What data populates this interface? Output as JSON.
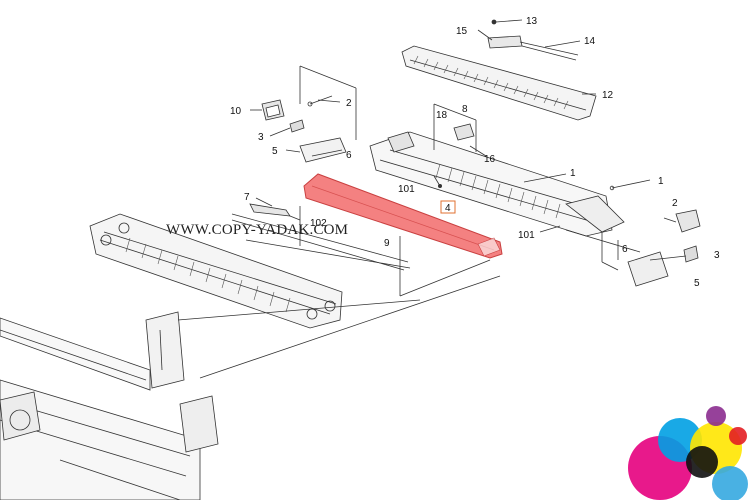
{
  "diagram": {
    "watermark": "WWW.COPY-YADAK.COM",
    "highlighted_part": "4",
    "highlight_color": "#f26b6b",
    "callouts": {
      "c13": "13",
      "c15": "15",
      "c14": "14",
      "c12": "12",
      "c10": "10",
      "c2a": "2",
      "c8": "8",
      "c18": "18",
      "c3a": "3",
      "c5a": "5",
      "c6a": "6",
      "c16": "16",
      "c1a": "1",
      "c101a": "101",
      "c1b": "1",
      "c7": "7",
      "c4": "4",
      "c102": "102",
      "c2b": "2",
      "c101b": "101",
      "c9": "9",
      "c6b": "6",
      "c3b": "3",
      "c5b": "5"
    }
  },
  "logo": {
    "colors": [
      "#e6007e",
      "#00a0e3",
      "#ffe600",
      "#111111",
      "#8b2c8f",
      "#e31e24",
      "#35a8e0"
    ]
  }
}
